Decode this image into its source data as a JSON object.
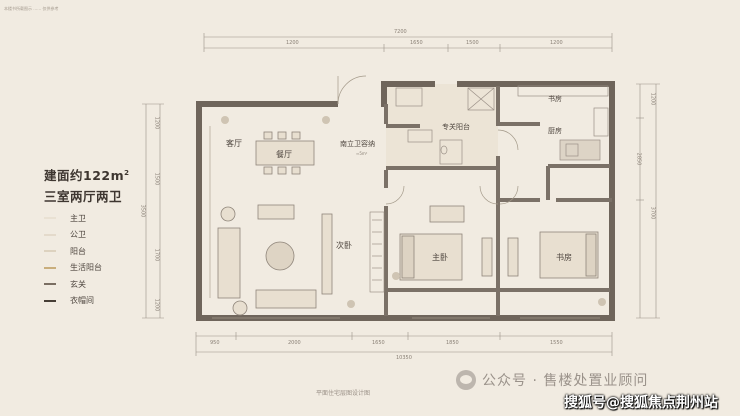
{
  "headline": "本楼书所载图示 …… 仅供参考",
  "area": {
    "title": "建面约122m",
    "sup": "2",
    "layout": "三室两厅两卫"
  },
  "legend": [
    {
      "label": "主卫",
      "color": "#e9e1d3"
    },
    {
      "label": "公卫",
      "color": "#e4dacb"
    },
    {
      "label": "阳台",
      "color": "#ddd2bf"
    },
    {
      "label": "生活阳台",
      "color": "#c9ae7c"
    },
    {
      "label": "玄关",
      "color": "#7a6e62"
    },
    {
      "label": "衣帽间",
      "color": "#463e36"
    }
  ],
  "rooms": {
    "living": "客厅",
    "dining": "餐厅",
    "bath_label": "南立卫容纳",
    "bath_sub": "≈5m²",
    "balcony": "专关阳台",
    "kitchen": "厨房",
    "study_top": "书房",
    "second_bed": "次卧",
    "master_bed": "主卧",
    "study": "书房"
  },
  "dimensions": {
    "top_total": "7200",
    "top": [
      "1200",
      "1650",
      "1500",
      "1200"
    ],
    "bottom": [
      "950",
      "2000",
      "1650",
      "1850",
      "1550"
    ],
    "bottom_total": "10350",
    "left": [
      "1200",
      "1500",
      "3500",
      "1700",
      "1200"
    ],
    "right": [
      "1200",
      "2850",
      "3700"
    ]
  },
  "caption": "平面住宅层图设计图",
  "watermark": "公众号 · 售楼处置业顾问",
  "source": "搜狐号@搜狐焦点荆州站"
}
